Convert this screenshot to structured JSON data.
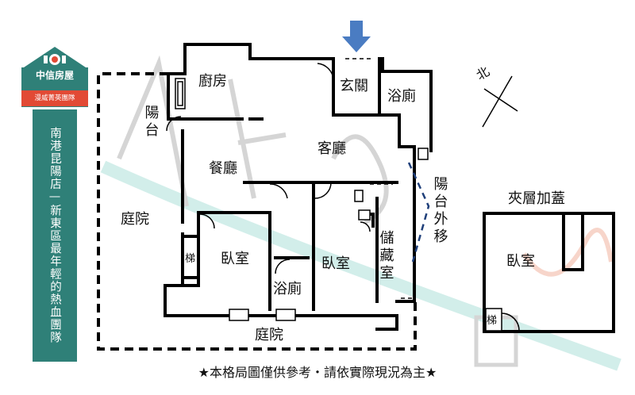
{
  "brand": {
    "name": "中信房屋",
    "tagline": "漫威菁英團隊",
    "colors": {
      "roof": "#2f8078",
      "badge": "#e24a35",
      "banner": "#2f8078"
    }
  },
  "store": {
    "banner_text": "南港昆陽店—新東區最年輕的熱血團隊"
  },
  "compass": {
    "north_label": "北"
  },
  "rooms": {
    "kitchen": "廚房",
    "entry": "玄關",
    "bath_top": "浴廁",
    "balcony_left": "陽台",
    "living": "客廳",
    "dining": "餐廳",
    "garden_left": "庭院",
    "stair_left": "梯",
    "bedroom_left": "臥室",
    "bath_mid": "浴廁",
    "bedroom_mid": "臥室",
    "storage": "儲藏室",
    "balcony_out": "陽台外移",
    "garden_bottom": "庭院"
  },
  "mezzanine": {
    "title": "夾層加蓋",
    "room": "臥室",
    "stair": "梯"
  },
  "footer": {
    "note": "★本格局圖僅供參考・請依實際現況為主★"
  },
  "arrow_color": "#4a7cc2"
}
